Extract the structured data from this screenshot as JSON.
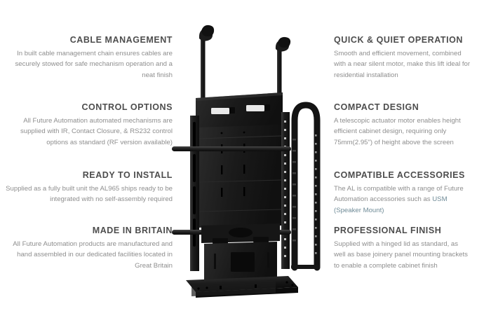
{
  "page": {
    "background_color": "#ffffff",
    "heading_color": "#4d4d4d",
    "body_color": "#8e8e8e",
    "link_color": "#6f8b97"
  },
  "features": {
    "left": [
      {
        "title": "CABLE MANAGEMENT",
        "body": "In built cable management chain ensures cables are securely stowed for safe mechanism operation and a neat finish"
      },
      {
        "title": "CONTROL OPTIONS",
        "body": "All Future Automation automated mechanisms are supplied with IR, Contact Closure, & RS232 control options as standard (RF version available)"
      },
      {
        "title": "READY TO INSTALL",
        "body": "Supplied as a fully built unit the AL965 ships ready to be integrated with no self-assembly required"
      },
      {
        "title": "MADE IN BRITAIN",
        "body": "All Future Automation products are manufactured and hand assembled in our dedicated facilities located in Great Britain"
      }
    ],
    "right": [
      {
        "title": "QUICK & QUIET OPERATION",
        "body": "Smooth and efficient movement, combined with a near silent motor, make this lift ideal for residential installation"
      },
      {
        "title": "COMPACT DESIGN",
        "body": "A telescopic actuator motor enables height efficient cabinet design, requiring only 75mm(2.95\") of height above the screen"
      },
      {
        "title": "COMPATIBLE ACCESSORIES",
        "body_before_link": "The AL is compatible with a range of Future Automation accessories such as ",
        "link_text": "USM (Speaker Mount)",
        "body_after_link": ""
      },
      {
        "title": "PROFESSIONAL FINISH",
        "body": "Supplied with a hinged lid as standard, as well as base joinery panel mounting brackets to enable a complete cabinet finish"
      }
    ]
  },
  "product_image": {
    "alt": "AL965 TV lift mechanism",
    "body_color": "#1a1a1a",
    "parts": [
      "left-riser-post",
      "right-riser-post",
      "top-bracket-plate",
      "vesa-mounting-plate",
      "left-perforated-rail",
      "right-perforated-rail",
      "upper-cross-bar",
      "lower-cross-bar",
      "cable-management-chain",
      "base-mounting-plate"
    ]
  }
}
